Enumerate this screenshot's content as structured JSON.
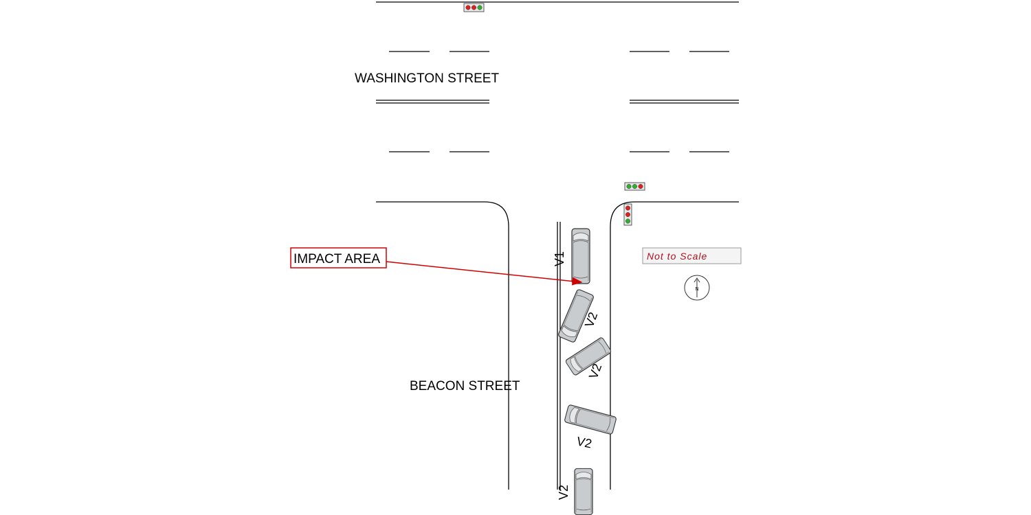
{
  "streets": {
    "north": "WASHINGTON STREET",
    "south": "BEACON STREET"
  },
  "callout": {
    "label": "IMPACT AREA"
  },
  "scale_note": "Not to Scale",
  "compass": {
    "letter": "N"
  },
  "vehicles": [
    {
      "id": "V1",
      "label": "V1"
    },
    {
      "id": "V2",
      "label": "V2"
    }
  ],
  "colors": {
    "road_line": "#000000",
    "vehicle_fill": "#c8ccce",
    "vehicle_stroke": "#333333",
    "callout": "#d00000",
    "signal_red": "#e02020",
    "signal_green": "#30b030",
    "signal_body": "#e8e8e8"
  },
  "icons": {
    "signal": "traffic-signal-icon",
    "compass": "north-arrow-icon",
    "vehicle": "car-icon"
  }
}
